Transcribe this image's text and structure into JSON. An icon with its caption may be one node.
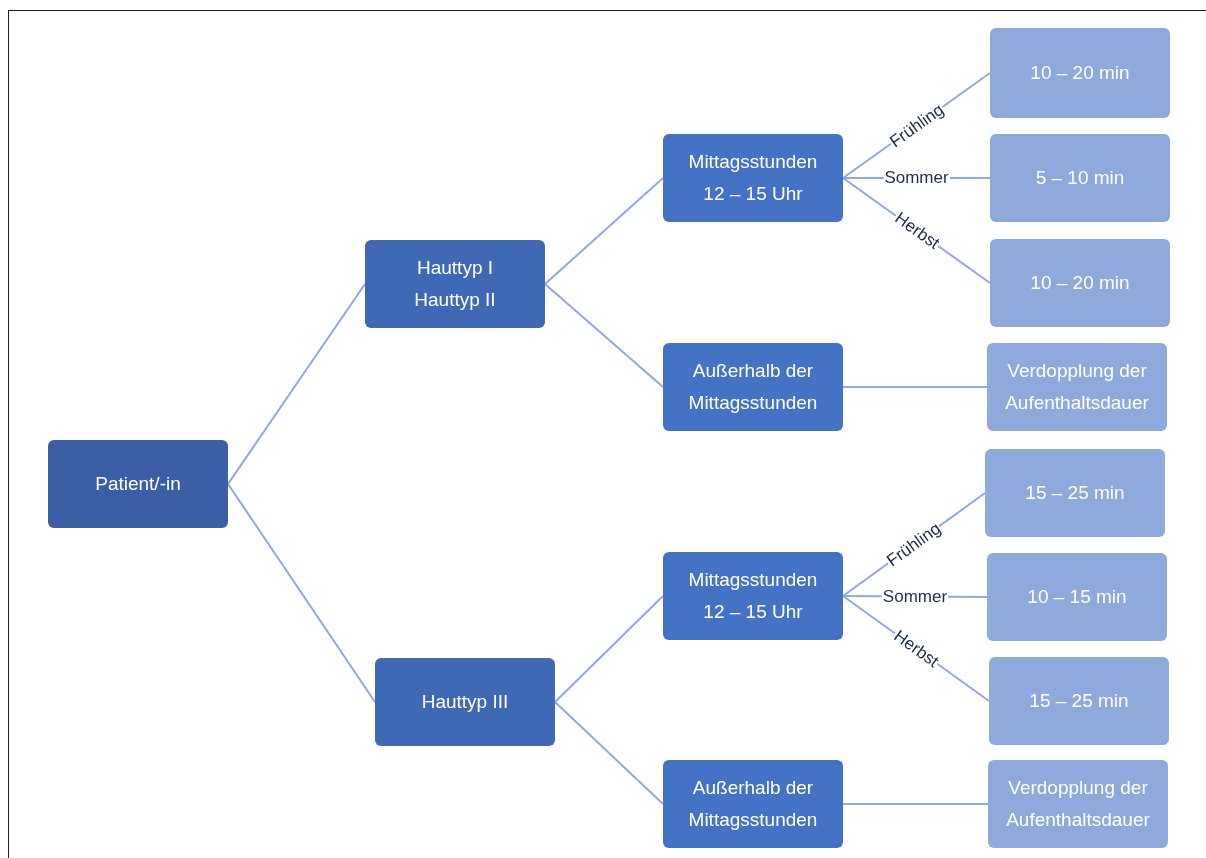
{
  "diagram": {
    "nodes": [
      {
        "text": [
          "Patient/-in"
        ]
      },
      {
        "text": [
          "Hauttyp I",
          "Hauttyp II"
        ]
      },
      {
        "text": [
          "Mittagsstunden 12 – 15 Uhr"
        ]
      },
      {
        "text": [
          "10 – 20 min"
        ]
      },
      {
        "text": [
          "5 – 10 min"
        ]
      },
      {
        "text": [
          "10 – 20 min"
        ]
      },
      {
        "text": [
          "Außerhalb der Mittagsstunden"
        ]
      },
      {
        "text": [
          "Verdopplung der Aufenthaltsdauer"
        ]
      },
      {
        "text": [
          "Hauttyp III"
        ]
      },
      {
        "text": [
          "Mittagsstunden 12 – 15 Uhr"
        ]
      },
      {
        "text": [
          "15 – 25 min"
        ]
      },
      {
        "text": [
          "10 – 15 min"
        ]
      },
      {
        "text": [
          "15 – 25 min"
        ]
      },
      {
        "text": [
          "Außerhalb der Mittagsstunden"
        ]
      },
      {
        "text": [
          "Verdopplung der Aufenthaltsdauer"
        ]
      }
    ],
    "edges": [
      {
        "from": 0,
        "to": 1,
        "arrow": "none"
      },
      {
        "from": 0,
        "to": 8,
        "arrow": "none"
      },
      {
        "from": 1,
        "to": 2,
        "arrow": "none"
      },
      {
        "from": 1,
        "to": 6,
        "arrow": "none"
      },
      {
        "from": 2,
        "to": 3,
        "arrow": "none",
        "label": "Frühling"
      },
      {
        "from": 2,
        "to": 4,
        "arrow": "none",
        "label": "Sommer"
      },
      {
        "from": 2,
        "to": 5,
        "arrow": "none",
        "label": "Herbst"
      },
      {
        "from": 6,
        "to": 7,
        "arrow": "none"
      },
      {
        "from": 8,
        "to": 9,
        "arrow": "none"
      },
      {
        "from": 8,
        "to": 13,
        "arrow": "none"
      },
      {
        "from": 9,
        "to": 10,
        "arrow": "none",
        "label": "Frühling"
      },
      {
        "from": 9,
        "to": 11,
        "arrow": "none",
        "label": "Sommer"
      },
      {
        "from": 9,
        "to": 12,
        "arrow": "none",
        "label": "Herbst"
      },
      {
        "from": 13,
        "to": 14,
        "arrow": "none"
      }
    ]
  }
}
